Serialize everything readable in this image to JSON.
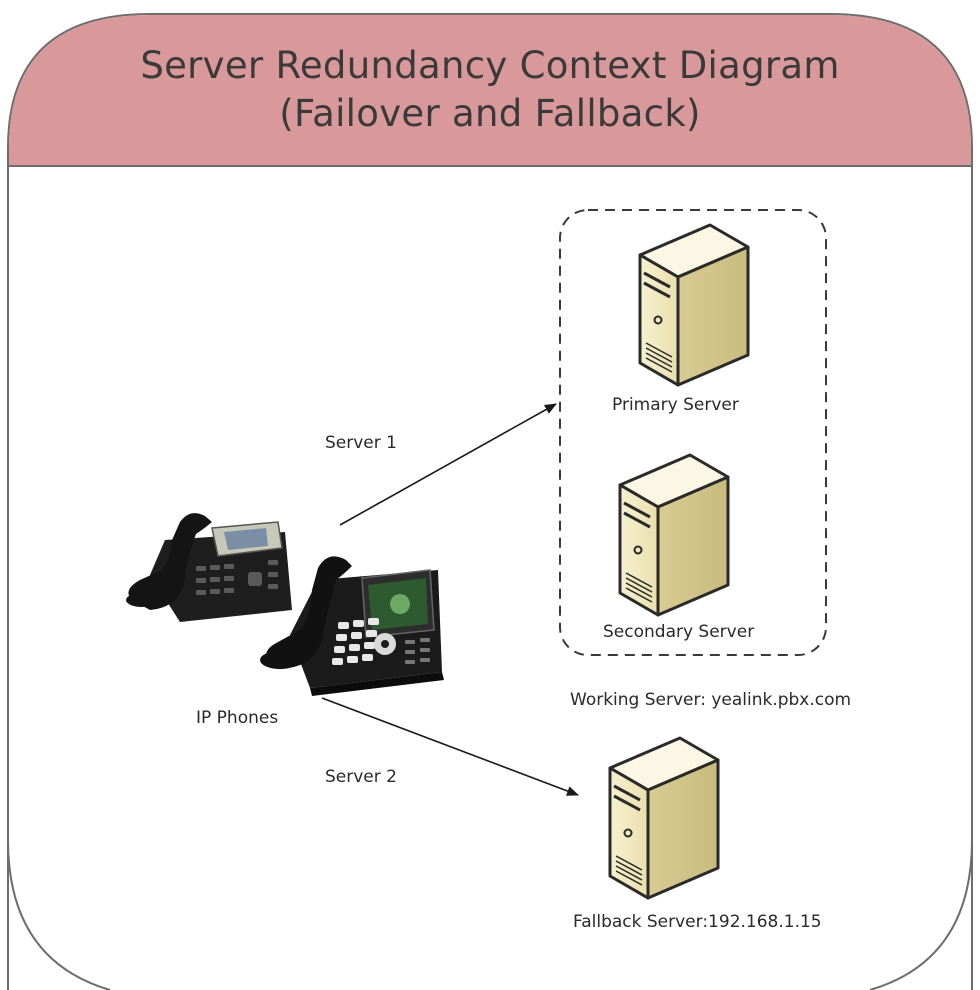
{
  "diagram": {
    "title_line_1": "Server Redundancy Context Diagram",
    "title_line_2": "(Failover and Fallback)",
    "header_color": "#d9999b",
    "labels": {
      "server_1": "Server 1",
      "server_2": "Server 2",
      "ip_phones": "IP Phones",
      "primary_server": "Primary Server",
      "secondary_server": "Secondary Server",
      "working_server": "Working Server: yealink.pbx.com",
      "fallback_server": "Fallback Server:192.168.1.15"
    },
    "nodes": [
      {
        "name": "ip-phones",
        "icon": "ip-phone-icon"
      },
      {
        "name": "primary-server",
        "icon": "server-tower-icon"
      },
      {
        "name": "secondary-server",
        "icon": "server-tower-icon"
      },
      {
        "name": "fallback-server",
        "icon": "server-tower-icon"
      }
    ],
    "edges": [
      {
        "from": "ip-phones",
        "to": "primary-server",
        "label": "Server 1"
      },
      {
        "from": "ip-phones",
        "to": "fallback-server",
        "label": "Server 2"
      }
    ]
  }
}
